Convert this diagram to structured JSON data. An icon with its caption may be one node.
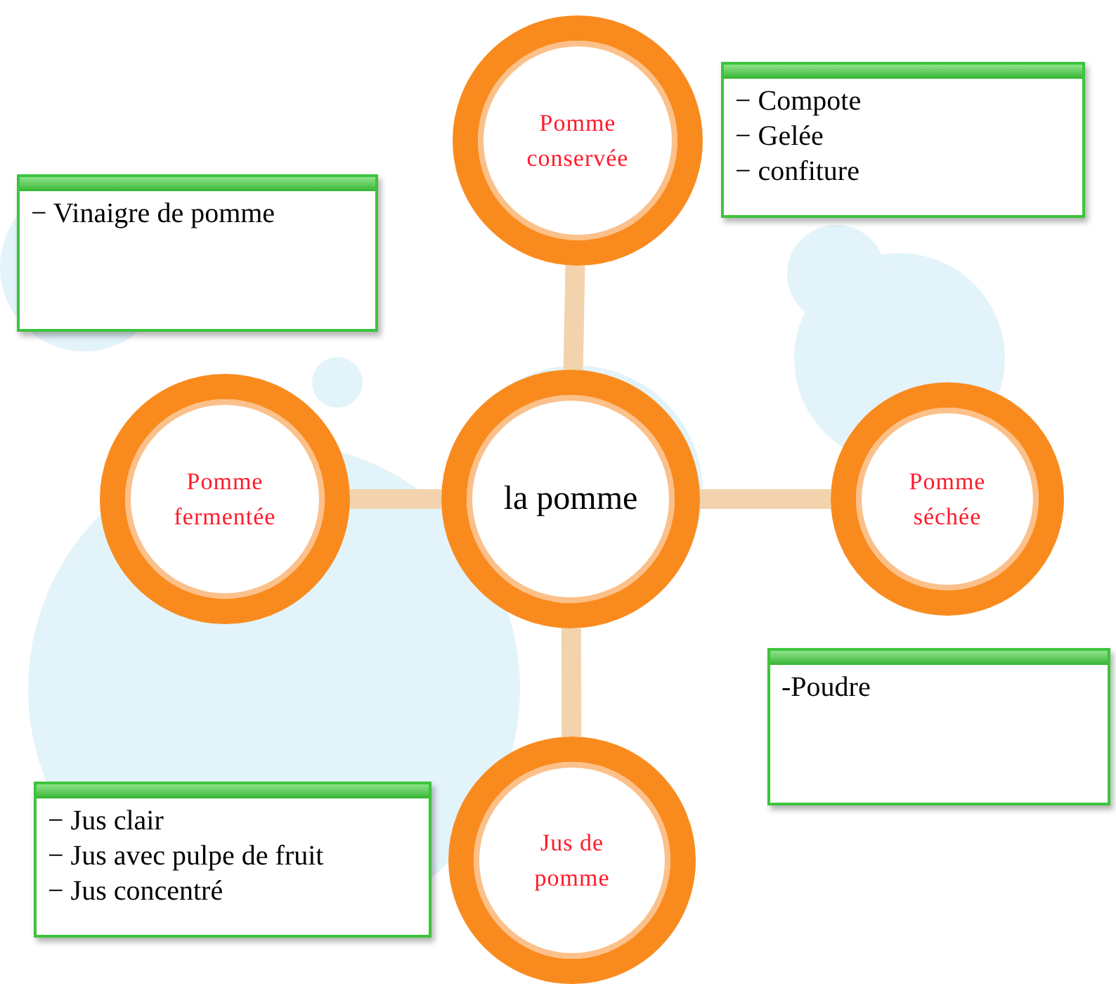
{
  "diagram": {
    "nodes": [
      {
        "text": [
          "la pomme"
        ]
      },
      {
        "text": [
          "Pomme conservée"
        ]
      },
      {
        "text": [
          "Pomme fermentée"
        ]
      },
      {
        "text": [
          "Pomme séchée"
        ]
      },
      {
        "text": [
          "Jus de pomme"
        ]
      },
      {
        "text": [
          "− Vinaigre de pomme"
        ]
      },
      {
        "text": [
          "− Compote",
          "− Gelée",
          "− confiture"
        ]
      },
      {
        "text": [
          "-Poudre"
        ]
      },
      {
        "text": [
          "− Jus clair",
          "− Jus avec pulpe de fruit",
          "− Jus concentré"
        ]
      }
    ],
    "edges": [
      {
        "from": 0,
        "to": 1,
        "arrow": "none"
      },
      {
        "from": 0,
        "to": 2,
        "arrow": "none"
      },
      {
        "from": 0,
        "to": 3,
        "arrow": "none"
      },
      {
        "from": 0,
        "to": 4,
        "arrow": "none"
      }
    ]
  }
}
